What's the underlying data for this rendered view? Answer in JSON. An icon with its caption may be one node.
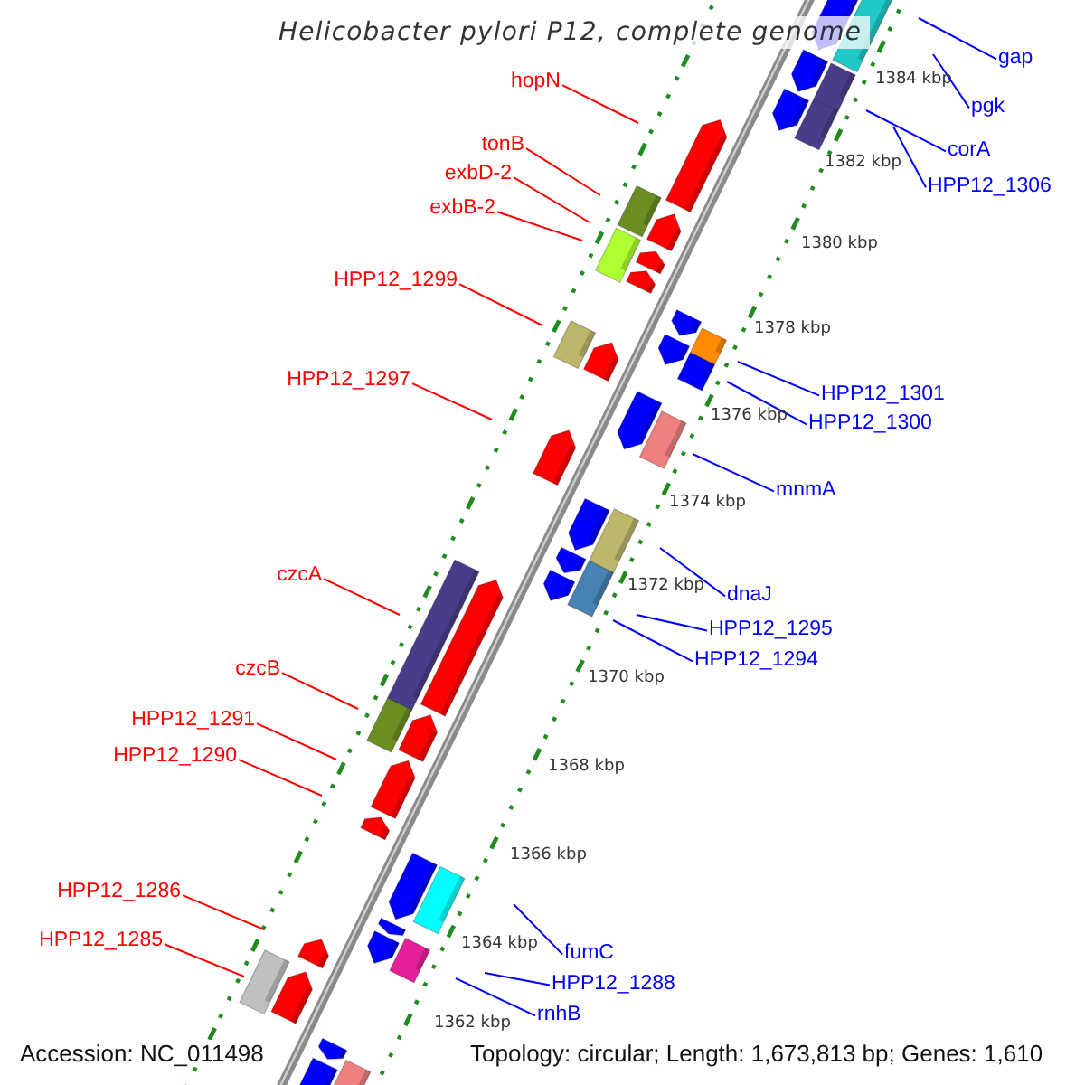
{
  "diagram": {
    "title": "Helicobacter pylori P12, complete genome",
    "nodes": [
      {
        "text": [
          "gap"
        ]
      },
      {
        "text": [
          "hopN"
        ]
      },
      {
        "text": [
          "pgk"
        ]
      },
      {
        "text": [
          "tonB"
        ]
      },
      {
        "text": [
          "corA"
        ]
      },
      {
        "text": [
          "exbD-2"
        ]
      },
      {
        "text": [
          "HPP12_1306"
        ]
      },
      {
        "text": [
          "exbB-2"
        ]
      },
      {
        "text": [
          "HPP12_1299"
        ]
      },
      {
        "text": [
          "HPP12_1297"
        ]
      },
      {
        "text": [
          "HPP12_1301"
        ]
      },
      {
        "text": [
          "HPP12_1300"
        ]
      },
      {
        "text": [
          "mnmA"
        ]
      },
      {
        "text": [
          "czcA"
        ]
      },
      {
        "text": [
          "dnaJ"
        ]
      },
      {
        "text": [
          "HPP12_1295"
        ]
      },
      {
        "text": [
          "HPP12_1294"
        ]
      },
      {
        "text": [
          "czcB"
        ]
      },
      {
        "text": [
          "HPP12_1291"
        ]
      },
      {
        "text": [
          "HPP12_1290"
        ]
      },
      {
        "text": [
          "HPP12_1286"
        ]
      },
      {
        "text": [
          "HPP12_1285"
        ]
      },
      {
        "text": [
          "fumC"
        ]
      },
      {
        "text": [
          "HPP12_1288"
        ]
      },
      {
        "text": [
          "rnhB"
        ]
      }
    ],
    "edges": [
      {
        "from": 0,
        "to": null,
        "arrow": "none"
      },
      {
        "from": 1,
        "to": null,
        "arrow": "none",
        "color": "#ff0000"
      },
      {
        "from": 2,
        "to": null,
        "arrow": "none"
      },
      {
        "from": 3,
        "to": null,
        "arrow": "none",
        "color": "#ff0000"
      },
      {
        "from": 4,
        "to": null,
        "arrow": "none"
      },
      {
        "from": 5,
        "to": null,
        "arrow": "none",
        "color": "#ff0000"
      },
      {
        "from": 6,
        "to": null,
        "arrow": "none"
      },
      {
        "from": 7,
        "to": null,
        "arrow": "none",
        "color": "#ff0000"
      },
      {
        "from": 8,
        "to": null,
        "arrow": "none",
        "color": "#ff0000"
      },
      {
        "from": 9,
        "to": null,
        "arrow": "none",
        "color": "#ff0000"
      },
      {
        "from": 10,
        "to": null,
        "arrow": "none"
      },
      {
        "from": 11,
        "to": null,
        "arrow": "none"
      },
      {
        "from": 12,
        "to": null,
        "arrow": "none"
      },
      {
        "from": 13,
        "to": null,
        "arrow": "none",
        "color": "#ff0000"
      },
      {
        "from": 14,
        "to": null,
        "arrow": "none"
      },
      {
        "from": 15,
        "to": null,
        "arrow": "none"
      },
      {
        "from": 16,
        "to": null,
        "arrow": "none"
      },
      {
        "from": 17,
        "to": null,
        "arrow": "none",
        "color": "#ff0000"
      },
      {
        "from": 18,
        "to": null,
        "arrow": "none",
        "color": "#ff0000"
      },
      {
        "from": 19,
        "to": null,
        "arrow": "none",
        "color": "#ff0000"
      },
      {
        "from": 20,
        "to": null,
        "arrow": "none",
        "color": "#ff0000"
      },
      {
        "from": 21,
        "to": null,
        "arrow": "none",
        "color": "#ff0000"
      },
      {
        "from": 22,
        "to": null,
        "arrow": "none"
      },
      {
        "from": 23,
        "to": null,
        "arrow": "none"
      },
      {
        "from": 24,
        "to": null,
        "arrow": "none"
      }
    ],
    "labels": [
      "1384 kbp",
      "1382 kbp",
      "1380 kbp",
      "1378 kbp",
      "1376 kbp",
      "1374 kbp",
      "1372 kbp",
      "1370 kbp",
      "1368 kbp",
      "1366 kbp",
      "1364 kbp",
      "1362 kbp",
      "Accession: NC_011498",
      "Topology: circular; Length: 1,673,813 bp; Genes: 1,610"
    ]
  }
}
